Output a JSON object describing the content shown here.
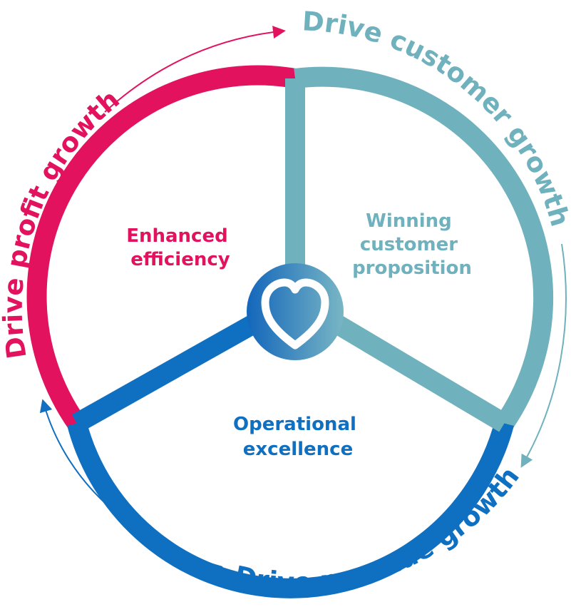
{
  "colors": {
    "profit": "#e2125f",
    "customer": "#6fb1bd",
    "revenue": "#0f6fc1",
    "hub_start": "#1366bb",
    "hub_end": "#79b6c4"
  },
  "segments": [
    {
      "id": "efficiency",
      "lines": [
        "Enhanced",
        "efficiency"
      ],
      "color_key": "profit"
    },
    {
      "id": "customer",
      "lines": [
        "Winning",
        "customer",
        "proposition"
      ],
      "color_key": "customer"
    },
    {
      "id": "operational",
      "lines": [
        "Operational",
        "excellence"
      ],
      "color_key": "revenue"
    }
  ],
  "outer_labels": {
    "profit": "Drive profit growth",
    "customer": "Drive customer growth",
    "revenue": "Drive revenue growth"
  },
  "center_icon": "heart-icon"
}
